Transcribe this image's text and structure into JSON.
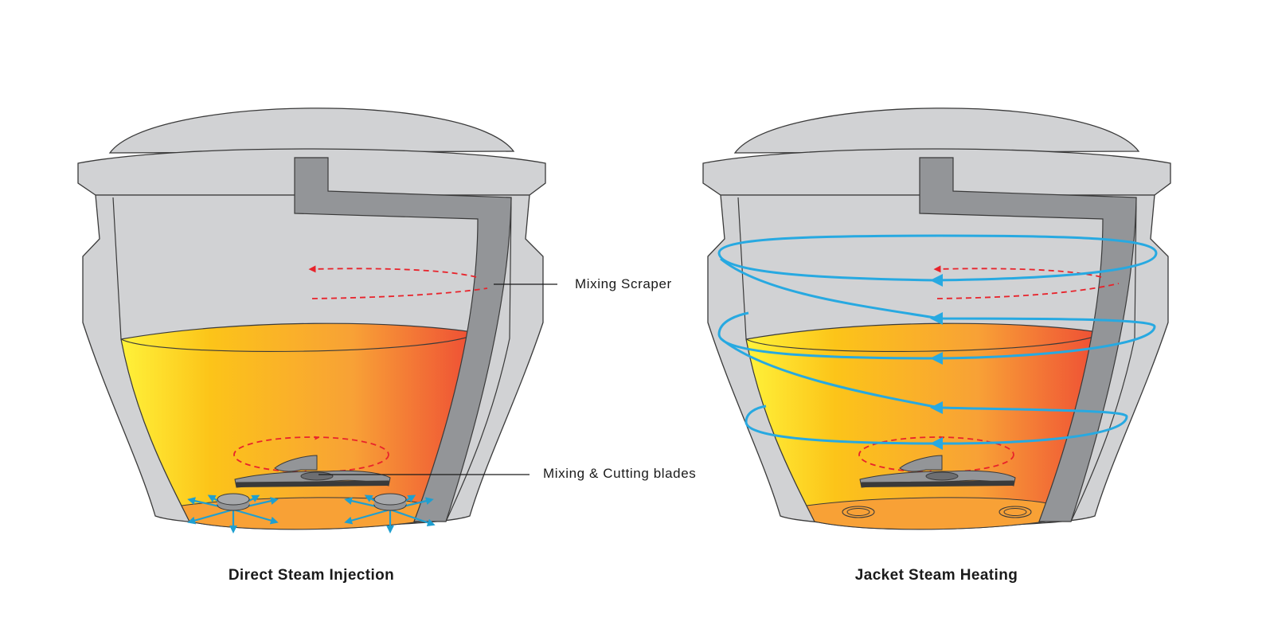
{
  "callouts": {
    "mixing_scraper": "Mixing Scraper",
    "mixing_cutting_blades": "Mixing & Cutting blades"
  },
  "captions": {
    "left": "Direct Steam Injection",
    "right": "Jacket Steam Heating"
  },
  "colors": {
    "vessel_fill": "#d1d2d4",
    "vessel_stroke": "#3a3a3a",
    "scraper": "#939598",
    "liquid_hot": "#ee4b35",
    "liquid_mid": "#f9a233",
    "liquid_cool": "#fff23a",
    "steam_jet": "#1f9fd0",
    "jacket_coil": "#27a9e1",
    "flow_arrow": "#e8232b"
  }
}
